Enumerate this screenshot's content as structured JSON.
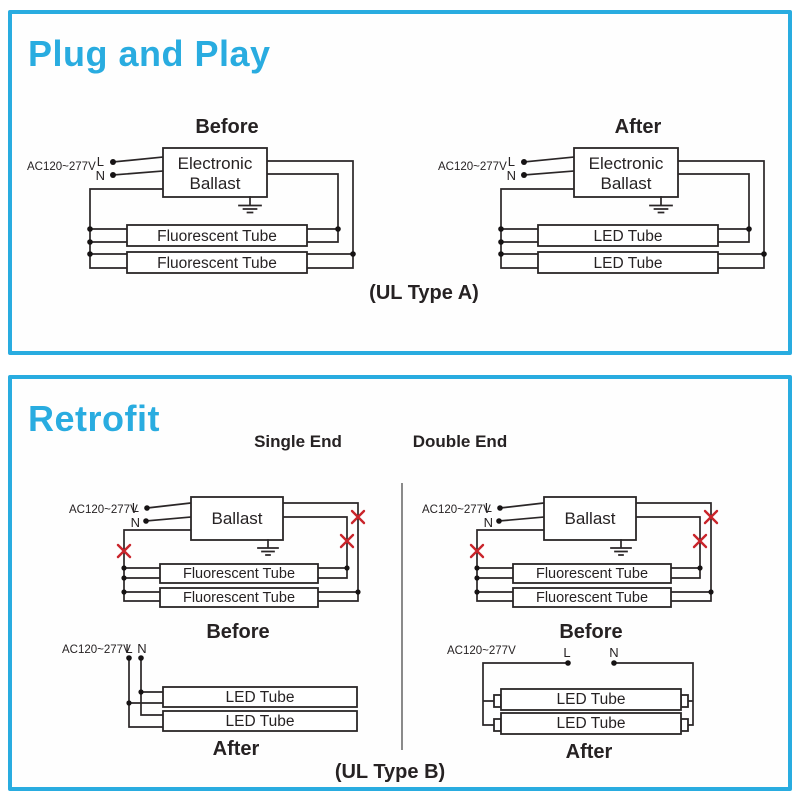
{
  "colors": {
    "accent": "#29ace0",
    "line": "#2a2627",
    "cut_red": "#c9242b"
  },
  "panel_a": {
    "title": "Plug and Play",
    "type_label": "(UL Type A)",
    "before": {
      "label": "Before",
      "supply": "AC120~277V",
      "live": "L",
      "neutral": "N",
      "ballast_line1": "Electronic",
      "ballast_line2": "Ballast",
      "tube1": "Fluorescent Tube",
      "tube2": "Fluorescent Tube"
    },
    "after": {
      "label": "After",
      "supply": "AC120~277V",
      "live": "L",
      "neutral": "N",
      "ballast_line1": "Electronic",
      "ballast_line2": "Ballast",
      "tube1": "LED Tube",
      "tube2": "LED Tube"
    }
  },
  "panel_b": {
    "title": "Retrofit",
    "type_label": "(UL Type B)",
    "single_end": {
      "heading": "Single End",
      "before": {
        "label": "Before",
        "supply": "AC120~277V",
        "live": "L",
        "neutral": "N",
        "ballast": "Ballast",
        "tube1": "Fluorescent Tube",
        "tube2": "Fluorescent Tube"
      },
      "after": {
        "label": "After",
        "supply": "AC120~277V",
        "live": "L",
        "neutral": "N",
        "tube1": "LED Tube",
        "tube2": "LED Tube"
      }
    },
    "double_end": {
      "heading": "Double End",
      "before": {
        "label": "Before",
        "supply": "AC120~277V",
        "live": "L",
        "neutral": "N",
        "ballast": "Ballast",
        "tube1": "Fluorescent Tube",
        "tube2": "Fluorescent Tube"
      },
      "after": {
        "label": "After",
        "supply": "AC120~277V",
        "live": "L",
        "neutral": "N",
        "tube1": "LED Tube",
        "tube2": "LED Tube"
      }
    }
  }
}
